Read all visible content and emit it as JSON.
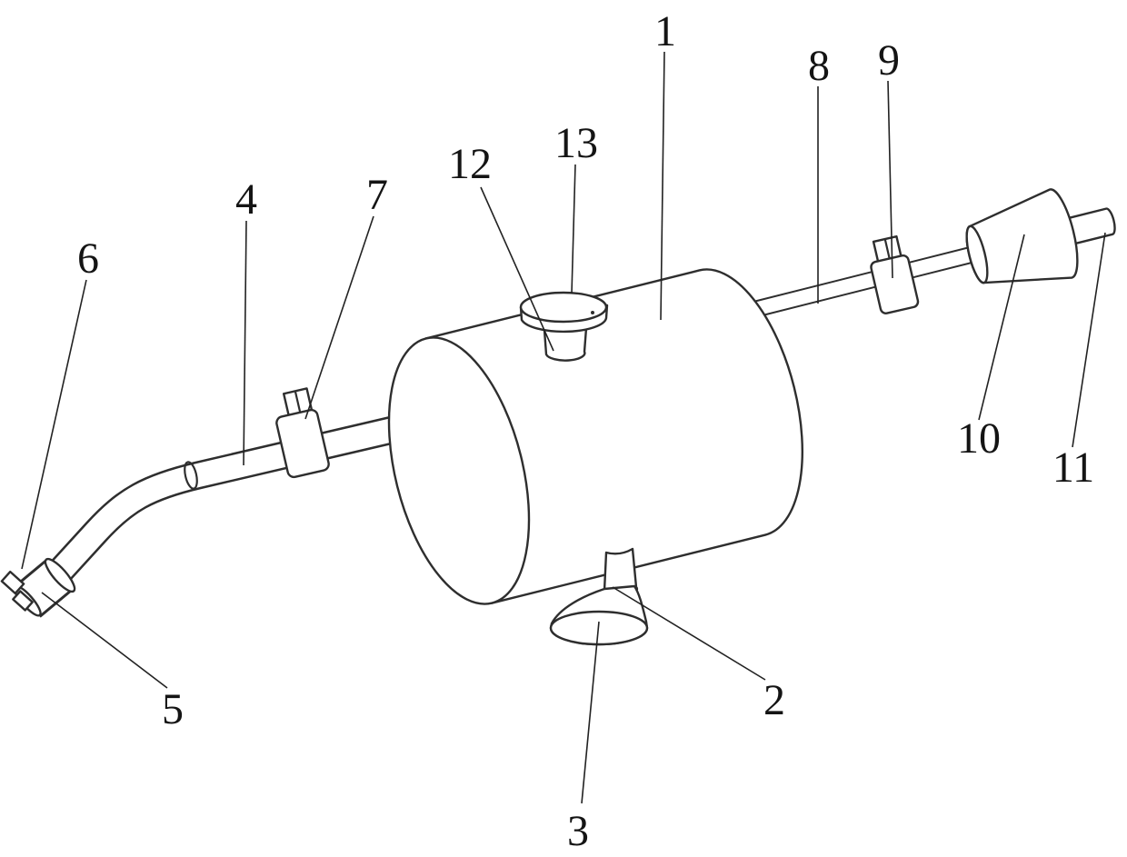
{
  "figure": {
    "kind": "patent-style line drawing of a tank apparatus with inlet pipe, nozzle, clamps, drive shaft, cone coupling and bottom funnel",
    "labels": [
      {
        "ref": "1"
      },
      {
        "ref": "2"
      },
      {
        "ref": "3"
      },
      {
        "ref": "4"
      },
      {
        "ref": "5"
      },
      {
        "ref": "6"
      },
      {
        "ref": "7"
      },
      {
        "ref": "8"
      },
      {
        "ref": "9"
      },
      {
        "ref": "10"
      },
      {
        "ref": "11"
      },
      {
        "ref": "12"
      },
      {
        "ref": "13"
      }
    ]
  }
}
